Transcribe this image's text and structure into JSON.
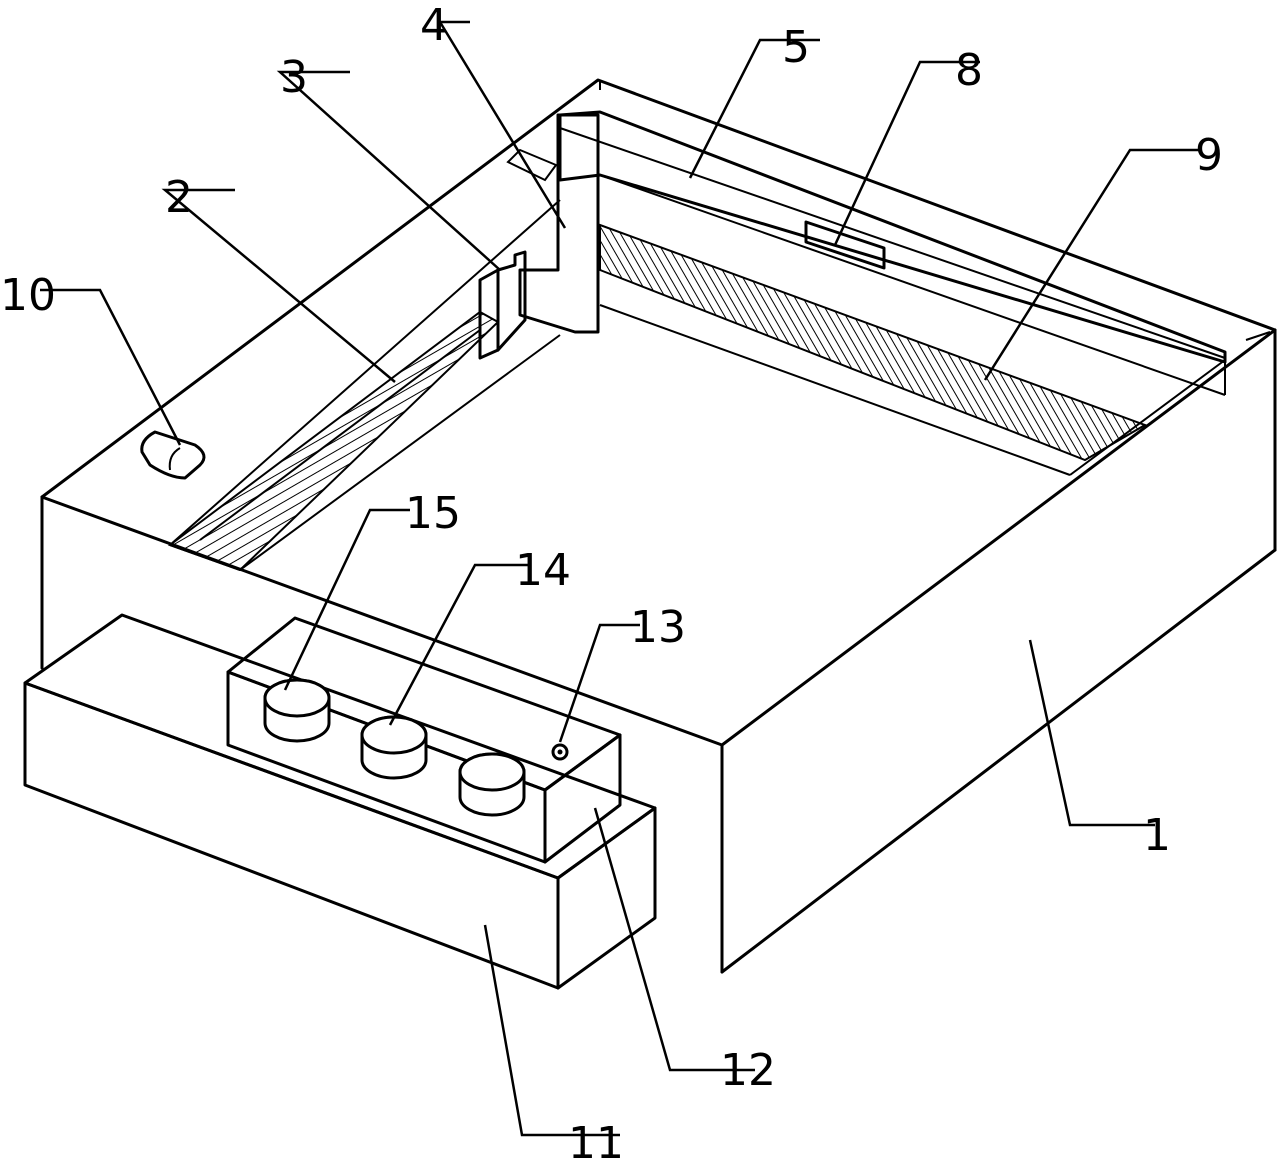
{
  "labels": {
    "l1": "1",
    "l2": "2",
    "l3": "3",
    "l4": "4",
    "l5": "5",
    "l8": "8",
    "l9": "9",
    "l10": "10",
    "l11": "11",
    "l12": "12",
    "l13": "13",
    "l14": "14",
    "l15": "15"
  }
}
